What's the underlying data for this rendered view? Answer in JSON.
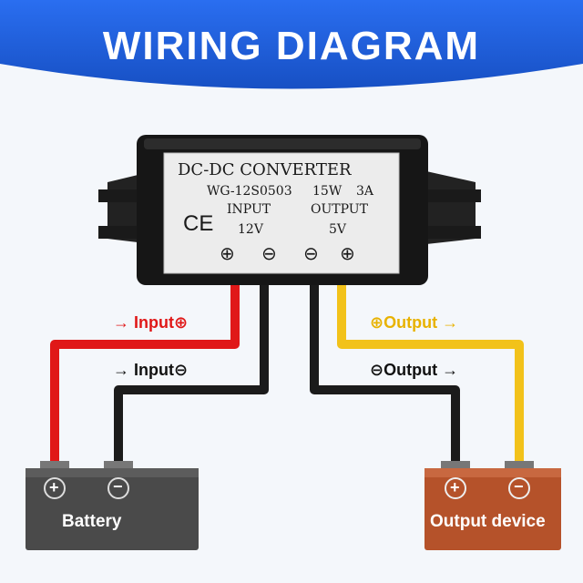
{
  "title": "WIRING DIAGRAM",
  "converter": {
    "title": "DC-DC CONVERTER",
    "model": "WG-12S0503",
    "power": "15W",
    "current": "3A",
    "input_label": "INPUT",
    "input_voltage": "12V",
    "output_label": "OUTPUT",
    "output_voltage": "5V",
    "cert_mark": "CE",
    "terminals": [
      "⊕",
      "⊖",
      "⊖",
      "⊕"
    ]
  },
  "wires": {
    "input_positive": "Input",
    "input_negative": "Input",
    "output_positive": "Output",
    "output_negative": "Output"
  },
  "battery": {
    "label": "Battery",
    "pos": "+",
    "neg": "−"
  },
  "device": {
    "label": "Output device",
    "pos": "+",
    "neg": "−"
  },
  "colors": {
    "banner": "#1f5fd8",
    "red_wire": "#e01818",
    "black_wire": "#1b1b1b",
    "yellow_wire": "#f2c21a",
    "battery": "#4a4a4a",
    "device": "#b5522a"
  }
}
